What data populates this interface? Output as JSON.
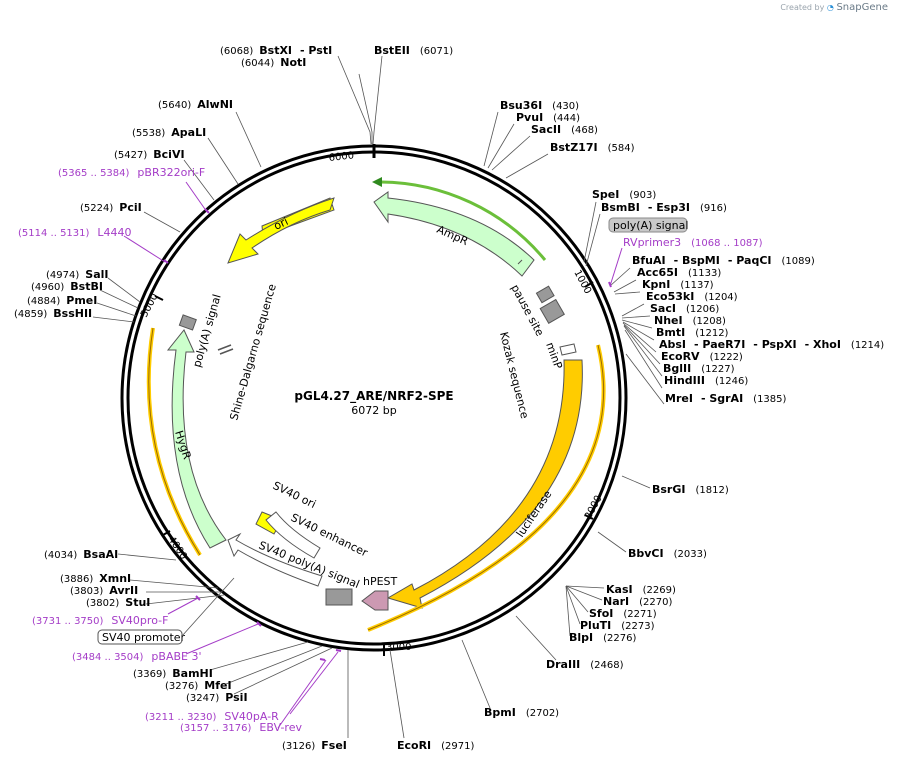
{
  "credit": {
    "prefix": "Created by",
    "brand": "SnapGene"
  },
  "plasmid": {
    "name": "pGL4.27_ARE/NRF2-SPE",
    "length_label": "6072 bp",
    "length": 6072
  },
  "ticks": [
    "1000",
    "2000",
    "3000",
    "4000",
    "5000",
    "6000"
  ],
  "sites": [
    {
      "name": "BstXI",
      "pos": "(6068)"
    },
    {
      "name": "- PstI",
      "pos": ""
    },
    {
      "name": "NotI",
      "pos": "(6044)"
    },
    {
      "name": "BstEII",
      "pos": "(6071)"
    },
    {
      "name": "AlwNI",
      "pos": "(5640)"
    },
    {
      "name": "ApaLI",
      "pos": "(5538)"
    },
    {
      "name": "BciVI",
      "pos": "(5427)"
    },
    {
      "name": "PciI",
      "pos": "(5224)"
    },
    {
      "name": "SalI",
      "pos": "(4974)"
    },
    {
      "name": "BstBI",
      "pos": "(4960)"
    },
    {
      "name": "PmeI",
      "pos": "(4884)"
    },
    {
      "name": "BssHII",
      "pos": "(4859)"
    },
    {
      "name": "Bsu36I",
      "pos": "(430)"
    },
    {
      "name": "PvuI",
      "pos": "(444)"
    },
    {
      "name": "SacII",
      "pos": "(468)"
    },
    {
      "name": "BstZ17I",
      "pos": "(584)"
    },
    {
      "name": "SpeI",
      "pos": "(903)"
    },
    {
      "name": "BsmBI",
      "pos": ""
    },
    {
      "name": "- Esp3I",
      "pos": "(916)"
    },
    {
      "name": "BfuAI",
      "pos": ""
    },
    {
      "name": "- BspMI",
      "pos": ""
    },
    {
      "name": "- PaqCI",
      "pos": "(1089)"
    },
    {
      "name": "Acc65I",
      "pos": "(1133)"
    },
    {
      "name": "KpnI",
      "pos": "(1137)"
    },
    {
      "name": "Eco53kI",
      "pos": "(1204)"
    },
    {
      "name": "SacI",
      "pos": "(1206)"
    },
    {
      "name": "NheI",
      "pos": "(1208)"
    },
    {
      "name": "BmtI",
      "pos": "(1212)"
    },
    {
      "name": "AbsI",
      "pos": ""
    },
    {
      "name": "- PaeR7I",
      "pos": ""
    },
    {
      "name": "- PspXI",
      "pos": ""
    },
    {
      "name": "- XhoI",
      "pos": "(1214)"
    },
    {
      "name": "EcoRV",
      "pos": "(1222)"
    },
    {
      "name": "BglII",
      "pos": "(1227)"
    },
    {
      "name": "HindIII",
      "pos": "(1246)"
    },
    {
      "name": "MreI",
      "pos": ""
    },
    {
      "name": "- SgrAI",
      "pos": "(1385)"
    },
    {
      "name": "BsrGI",
      "pos": "(1812)"
    },
    {
      "name": "BbvCI",
      "pos": "(2033)"
    },
    {
      "name": "KasI",
      "pos": "(2269)"
    },
    {
      "name": "NarI",
      "pos": "(2270)"
    },
    {
      "name": "SfoI",
      "pos": "(2271)"
    },
    {
      "name": "PluTI",
      "pos": "(2273)"
    },
    {
      "name": "BlpI",
      "pos": "(2276)"
    },
    {
      "name": "DraIII",
      "pos": "(2468)"
    },
    {
      "name": "BpmI",
      "pos": "(2702)"
    },
    {
      "name": "EcoRI",
      "pos": "(2971)"
    },
    {
      "name": "FseI",
      "pos": "(3126)"
    },
    {
      "name": "PsiI",
      "pos": "(3247)"
    },
    {
      "name": "MfeI",
      "pos": "(3276)"
    },
    {
      "name": "BamHI",
      "pos": "(3369)"
    },
    {
      "name": "StuI",
      "pos": "(3802)"
    },
    {
      "name": "AvrII",
      "pos": "(3803)"
    },
    {
      "name": "XmnI",
      "pos": "(3886)"
    },
    {
      "name": "BsaAI",
      "pos": "(4034)"
    }
  ],
  "primers": [
    {
      "name": "pBR322ori-F",
      "range": "(5365 .. 5384)"
    },
    {
      "name": "L4440",
      "range": "(5114 .. 5131)"
    },
    {
      "name": "RVprimer3",
      "range": "(1068 .. 1087)"
    },
    {
      "name": "SV40pro-F",
      "range": "(3731 .. 3750)"
    },
    {
      "name": "pBABE 3'",
      "range": "(3484 .. 3504)"
    },
    {
      "name": "SV40pA-R",
      "range": "(3211 .. 3230)"
    },
    {
      "name": "EBV-rev",
      "range": "(3157 .. 3176)"
    }
  ],
  "features": {
    "ori": "ori",
    "ampr": "AmpR",
    "pause_site": "pause site",
    "minp": "minP",
    "kozak": "Kozak sequence",
    "luciferase": "luciferase",
    "hpest": "hPEST",
    "sv40_polya": "SV40 poly(A) signal",
    "sv40_ori": "SV40 ori",
    "sv40_enhancer": "SV40 enhancer",
    "hygr": "HygR",
    "polya_signal": "poly(A) signal",
    "shine_dalgarno": "Shine-Dalgarno sequence",
    "polya_box": "poly(A) signal",
    "sv40_promoter_box": "SV40 promoter"
  },
  "colors": {
    "ori": "#ffff00",
    "ampr": "#ccffcc",
    "hygr": "#ccffcc",
    "luciferase": "#ffcc00",
    "hpest": "#cc99b2",
    "terminator": "#999999",
    "primer": "#a43cc7",
    "promoter_box": "#ffffff"
  }
}
